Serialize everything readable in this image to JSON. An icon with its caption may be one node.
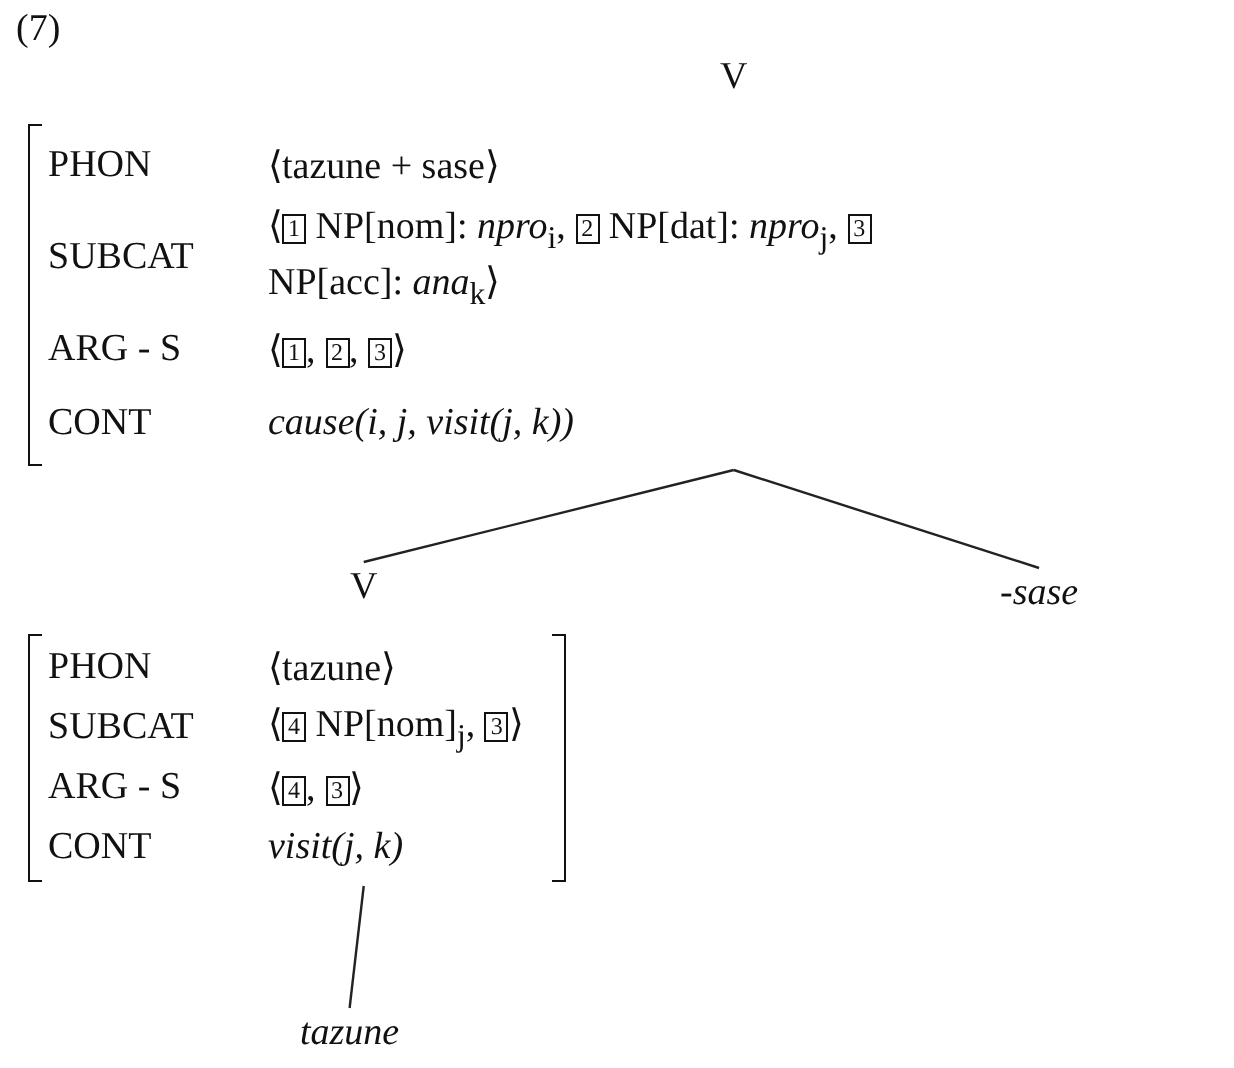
{
  "diagram": {
    "nodes": [
      {
        "text": [
          "V",
          "PHON",
          "⟨tazune + sase⟩",
          "SUBCAT",
          "⟨1 NP[nom]: *npro*$_{i}$, 2 NP[dat]: *npro*$_{j}$, 3 NP[acc]: *ana*$_{k}$⟩",
          "ARG - S",
          "⟨1, 2, 3⟩",
          "CONT",
          "cause(i, j, visit(j, k))"
        ]
      },
      {
        "text": [
          "V",
          "PHON",
          "⟨tazune⟩",
          "SUBCAT",
          "⟨4 NP[nom]$_{j}$, 3⟩",
          "ARG - S",
          "⟨4, 3⟩",
          "CONT",
          "visit(j, k)"
        ]
      },
      {
        "text": [
          "-sase"
        ]
      },
      {
        "text": [
          "tazune"
        ]
      }
    ],
    "edges": [
      {
        "from": 0,
        "to": 1,
        "arrow": "none"
      },
      {
        "from": 0,
        "to": 2,
        "arrow": "none"
      },
      {
        "from": 1,
        "to": 3,
        "arrow": "none"
      }
    ],
    "labels": [
      "(7)"
    ]
  }
}
